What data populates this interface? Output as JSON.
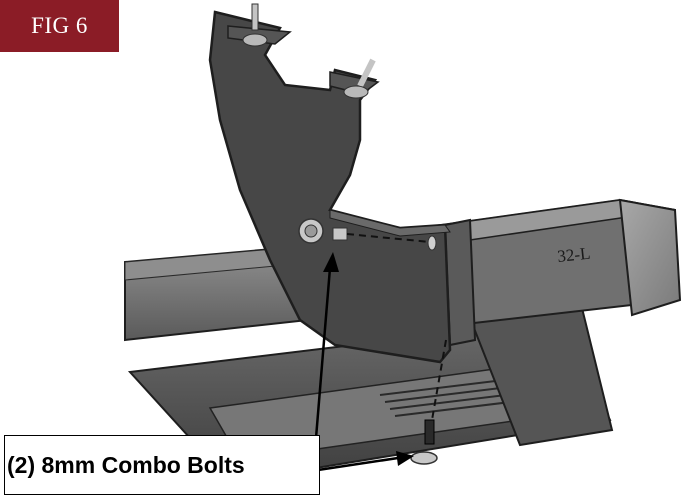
{
  "figure": {
    "badge_label": "FIG 6",
    "badge_color": "#8b1c26",
    "part_label": "32-L",
    "callout": "(2) 8mm Combo Bolts"
  },
  "palette": {
    "bracket": "#4a4a4a",
    "bracket_edge": "#1e1e1e",
    "tube_top": "#8c8c8c",
    "tube_side": "#6e6e6e",
    "step_plate": "#5d5d5d",
    "hardware": "#b9b9b9",
    "arrow": "#000000"
  }
}
